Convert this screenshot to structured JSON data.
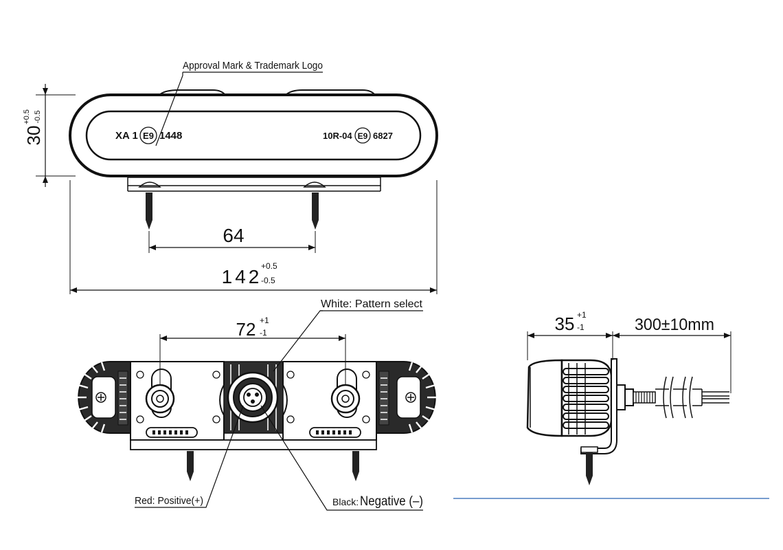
{
  "front_view": {
    "approval_label": "Approval Mark & Trademark Logo",
    "left_mark": {
      "prefix": "XA 1",
      "circle": "E9",
      "number": "1448"
    },
    "right_mark": {
      "prefix": "10R-04",
      "circle": "E9",
      "number": "6827"
    },
    "height_dim": {
      "value": "30",
      "tol_plus": "+0.5",
      "tol_minus": "-0.5"
    },
    "mount_spacing_dim": {
      "value": "64"
    },
    "width_dim": {
      "value": "142",
      "tol_plus": "+0.5",
      "tol_minus": "-0.5"
    }
  },
  "rear_view": {
    "bracket_spacing_dim": {
      "value": "72",
      "tol_plus": "+1",
      "tol_minus": "-1"
    },
    "wire_white": "White: Pattern select",
    "wire_red": "Red: Positive(+)",
    "wire_black_prefix": "Black:",
    "wire_black_suffix": "Negative (–)"
  },
  "side_view": {
    "depth_dim": {
      "value": "35",
      "tol_plus": "+1",
      "tol_minus": "-1"
    },
    "cable_dim": "300±10mm",
    "rule_color": "#4a7bbf"
  }
}
